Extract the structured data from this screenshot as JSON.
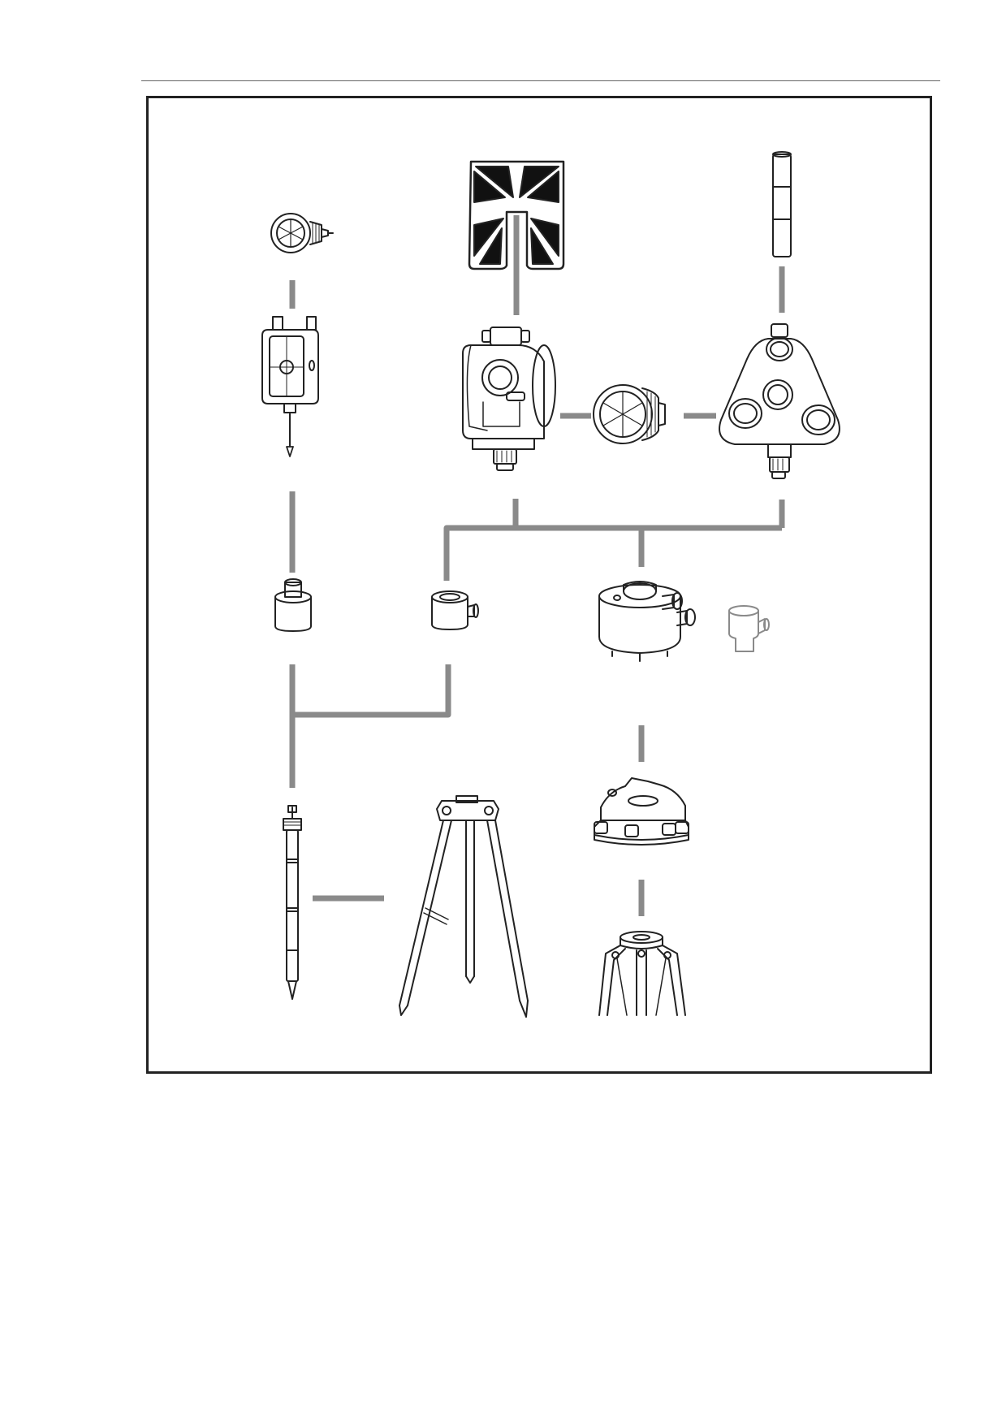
{
  "figure": {
    "kind": "surveying accessories connection diagram",
    "connector_color": "#8a8a8a",
    "line_color": "#222222",
    "components": [
      {
        "name": "mini-prism",
        "icon": "mini-prism-icon"
      },
      {
        "name": "mini-prism-holder",
        "icon": "prism-holder-icon"
      },
      {
        "name": "target-plate",
        "icon": "target-plate-icon"
      },
      {
        "name": "single-prism-holder",
        "icon": "single-holder-icon"
      },
      {
        "name": "single-prism",
        "icon": "prism-icon"
      },
      {
        "name": "pole-top",
        "icon": "pole-top-icon"
      },
      {
        "name": "triple-prism-holder",
        "icon": "triple-holder-icon"
      },
      {
        "name": "adapter",
        "icon": "adapter-icon"
      },
      {
        "name": "adapter-with-screw",
        "icon": "adapter-screw-icon"
      },
      {
        "name": "tribrach-adapter",
        "icon": "tribrach-adapter-icon"
      },
      {
        "name": "small-adapter",
        "icon": "small-adapter-icon"
      },
      {
        "name": "tribrach",
        "icon": "tribrach-icon"
      },
      {
        "name": "prism-pole",
        "icon": "pole-icon"
      },
      {
        "name": "bipod-tripod",
        "icon": "bipod-icon"
      },
      {
        "name": "tripod",
        "icon": "tripod-icon"
      }
    ]
  }
}
